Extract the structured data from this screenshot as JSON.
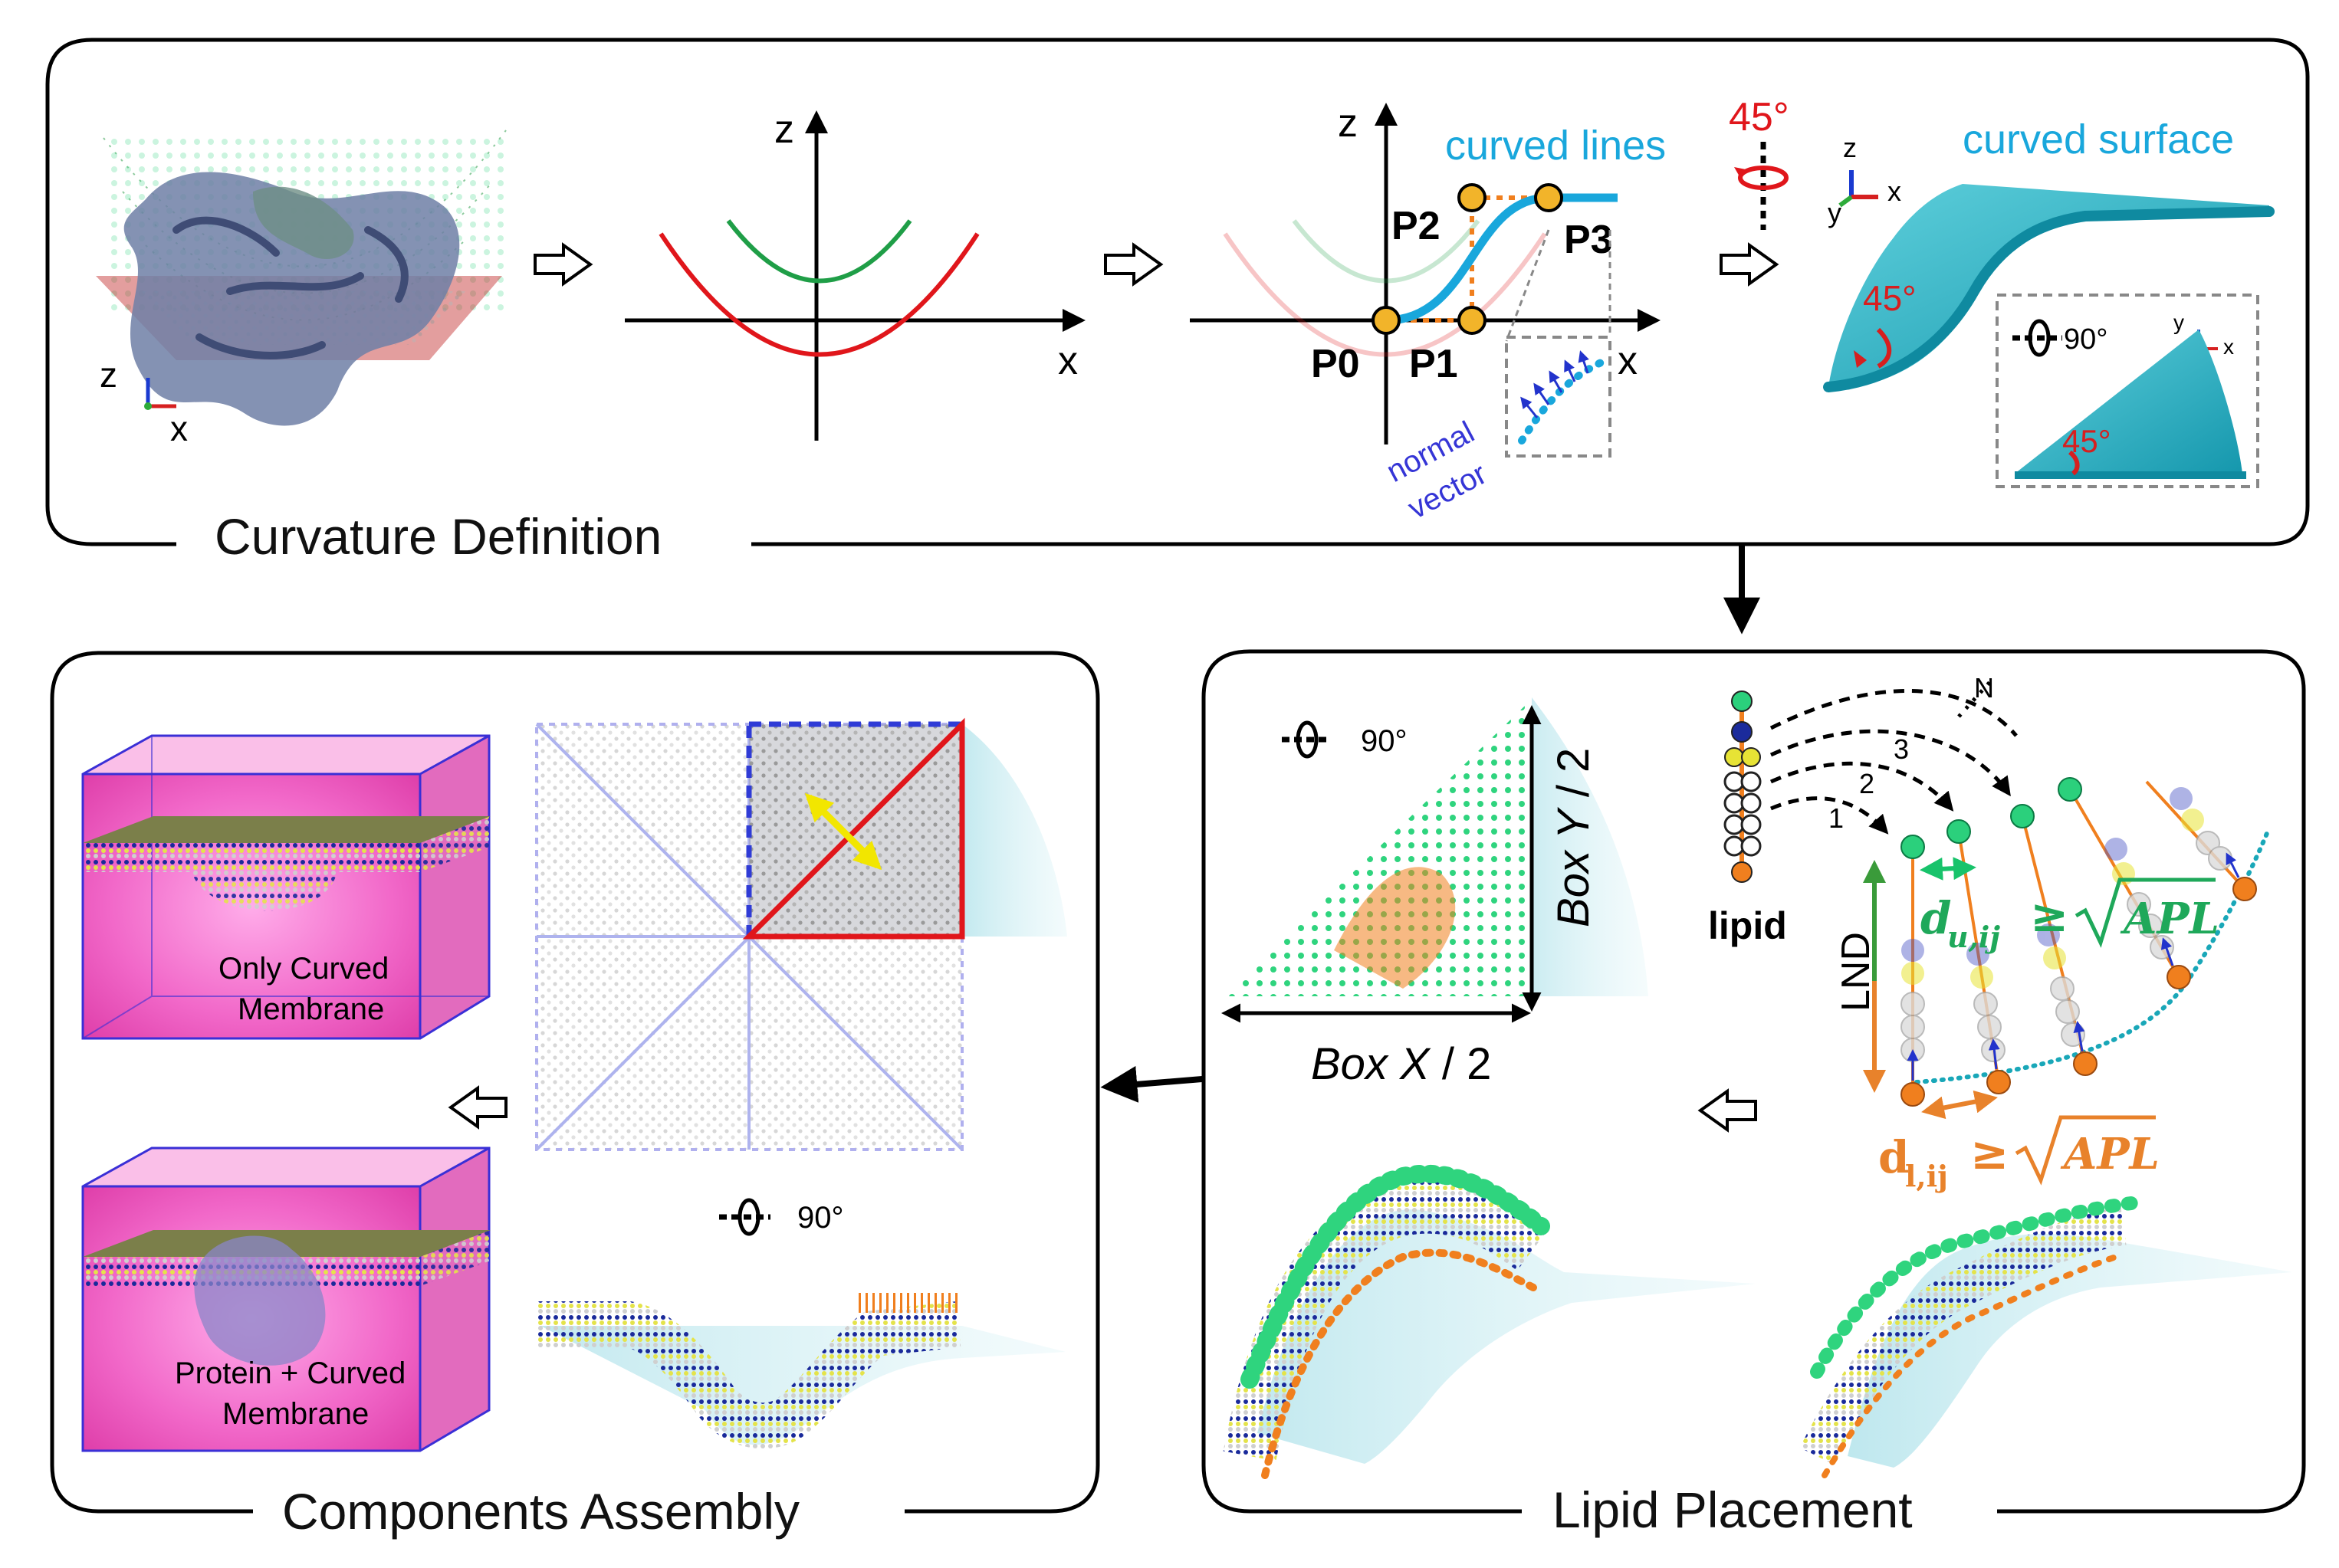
{
  "panels": {
    "curvature": {
      "title": "Curvature Definition",
      "axis_z": "z",
      "axis_x": "x",
      "mini_axis_z": "z",
      "mini_axis_x": "x",
      "curved_lines": "curved lines",
      "points": [
        "P0",
        "P1",
        "P2",
        "P3"
      ],
      "normal_vector_1": "normal",
      "normal_vector_2": "vector",
      "rotation_45": "45°",
      "curved_surface": "curved surface",
      "surface_axes": {
        "z": "z",
        "y": "y",
        "x": "x"
      },
      "surface_angle": "45°",
      "inset_rotation": "90°",
      "inset_axes": {
        "y": "y",
        "x": "x"
      },
      "inset_angle": "45°"
    },
    "lipid": {
      "title": "Lipid Placement",
      "rotation": "90°",
      "box_x": "Box X",
      "box_x_suffix": " / 2",
      "box_y": "Box Y",
      "box_y_suffix": " / 2",
      "lipid_label": "lipid",
      "steps": [
        "1",
        "2",
        "3",
        "N"
      ],
      "lnd": "LND",
      "du_main": "d",
      "du_sub": "u,ij",
      "dl_main": "d",
      "dl_sub": "l,ij",
      "geq": "≥",
      "apl": "APL"
    },
    "assembly": {
      "title": "Components  Assembly",
      "only_curved_1": "Only Curved",
      "only_curved_2": "Membrane",
      "protein_curved_1": "Protein + Curved",
      "protein_curved_2": "Membrane",
      "rotation": "90°"
    }
  },
  "colors": {
    "curve_red": "#e0161b",
    "curve_green": "#1f9e47",
    "cyan": "#19a7dc",
    "surface": "#27b6c8",
    "orange": "#f07f1e",
    "lipid_head": "#2bd07c",
    "lnd_green": "#3a9b3a",
    "dl_orange": "#e8822b",
    "magenta": "#e6259c",
    "blue_frame": "#2f3bd6"
  },
  "icons": [
    "arrow-outline-icon",
    "rotation-icon",
    "down-arrow-icon",
    "left-arrow-icon"
  ]
}
